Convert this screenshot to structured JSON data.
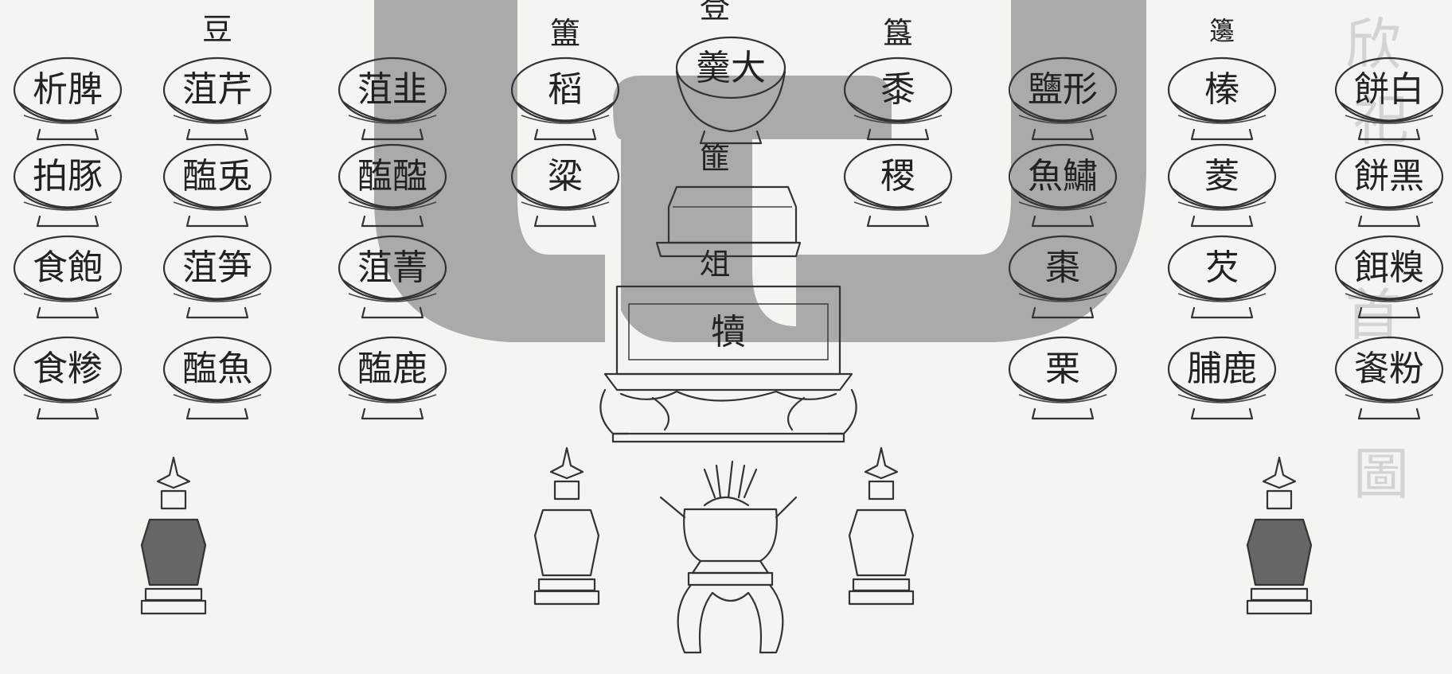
{
  "headings": {
    "dou": "豆",
    "fu": "簠",
    "deng": "登",
    "gui": "簋",
    "bian": "籩",
    "fei": "篚",
    "zu": "俎"
  },
  "center": {
    "deng_item": "羹大",
    "zu_item": "犢"
  },
  "columns": {
    "dou_left": [
      "析脾",
      "拍豚",
      "食飽",
      "食糁"
    ],
    "dou_mid": [
      "菹芹",
      "醢兎",
      "菹笋",
      "醢魚"
    ],
    "dou_right": [
      "菹韭",
      "醢醓",
      "菹菁",
      "醢鹿"
    ],
    "fu": [
      "稻",
      "粱"
    ],
    "gui": [
      "黍",
      "稷"
    ],
    "bian_left": [
      "鹽形",
      "魚鱐",
      "棗",
      "栗"
    ],
    "bian_mid": [
      "榛",
      "菱",
      "芡",
      "脯鹿"
    ],
    "bian_right": [
      "餅白",
      "餅黑",
      "餌糗",
      "餈粉"
    ]
  },
  "colors": {
    "paper": "#f4f4f1",
    "ink": "#333333",
    "watermark": "#9a9a9a"
  }
}
